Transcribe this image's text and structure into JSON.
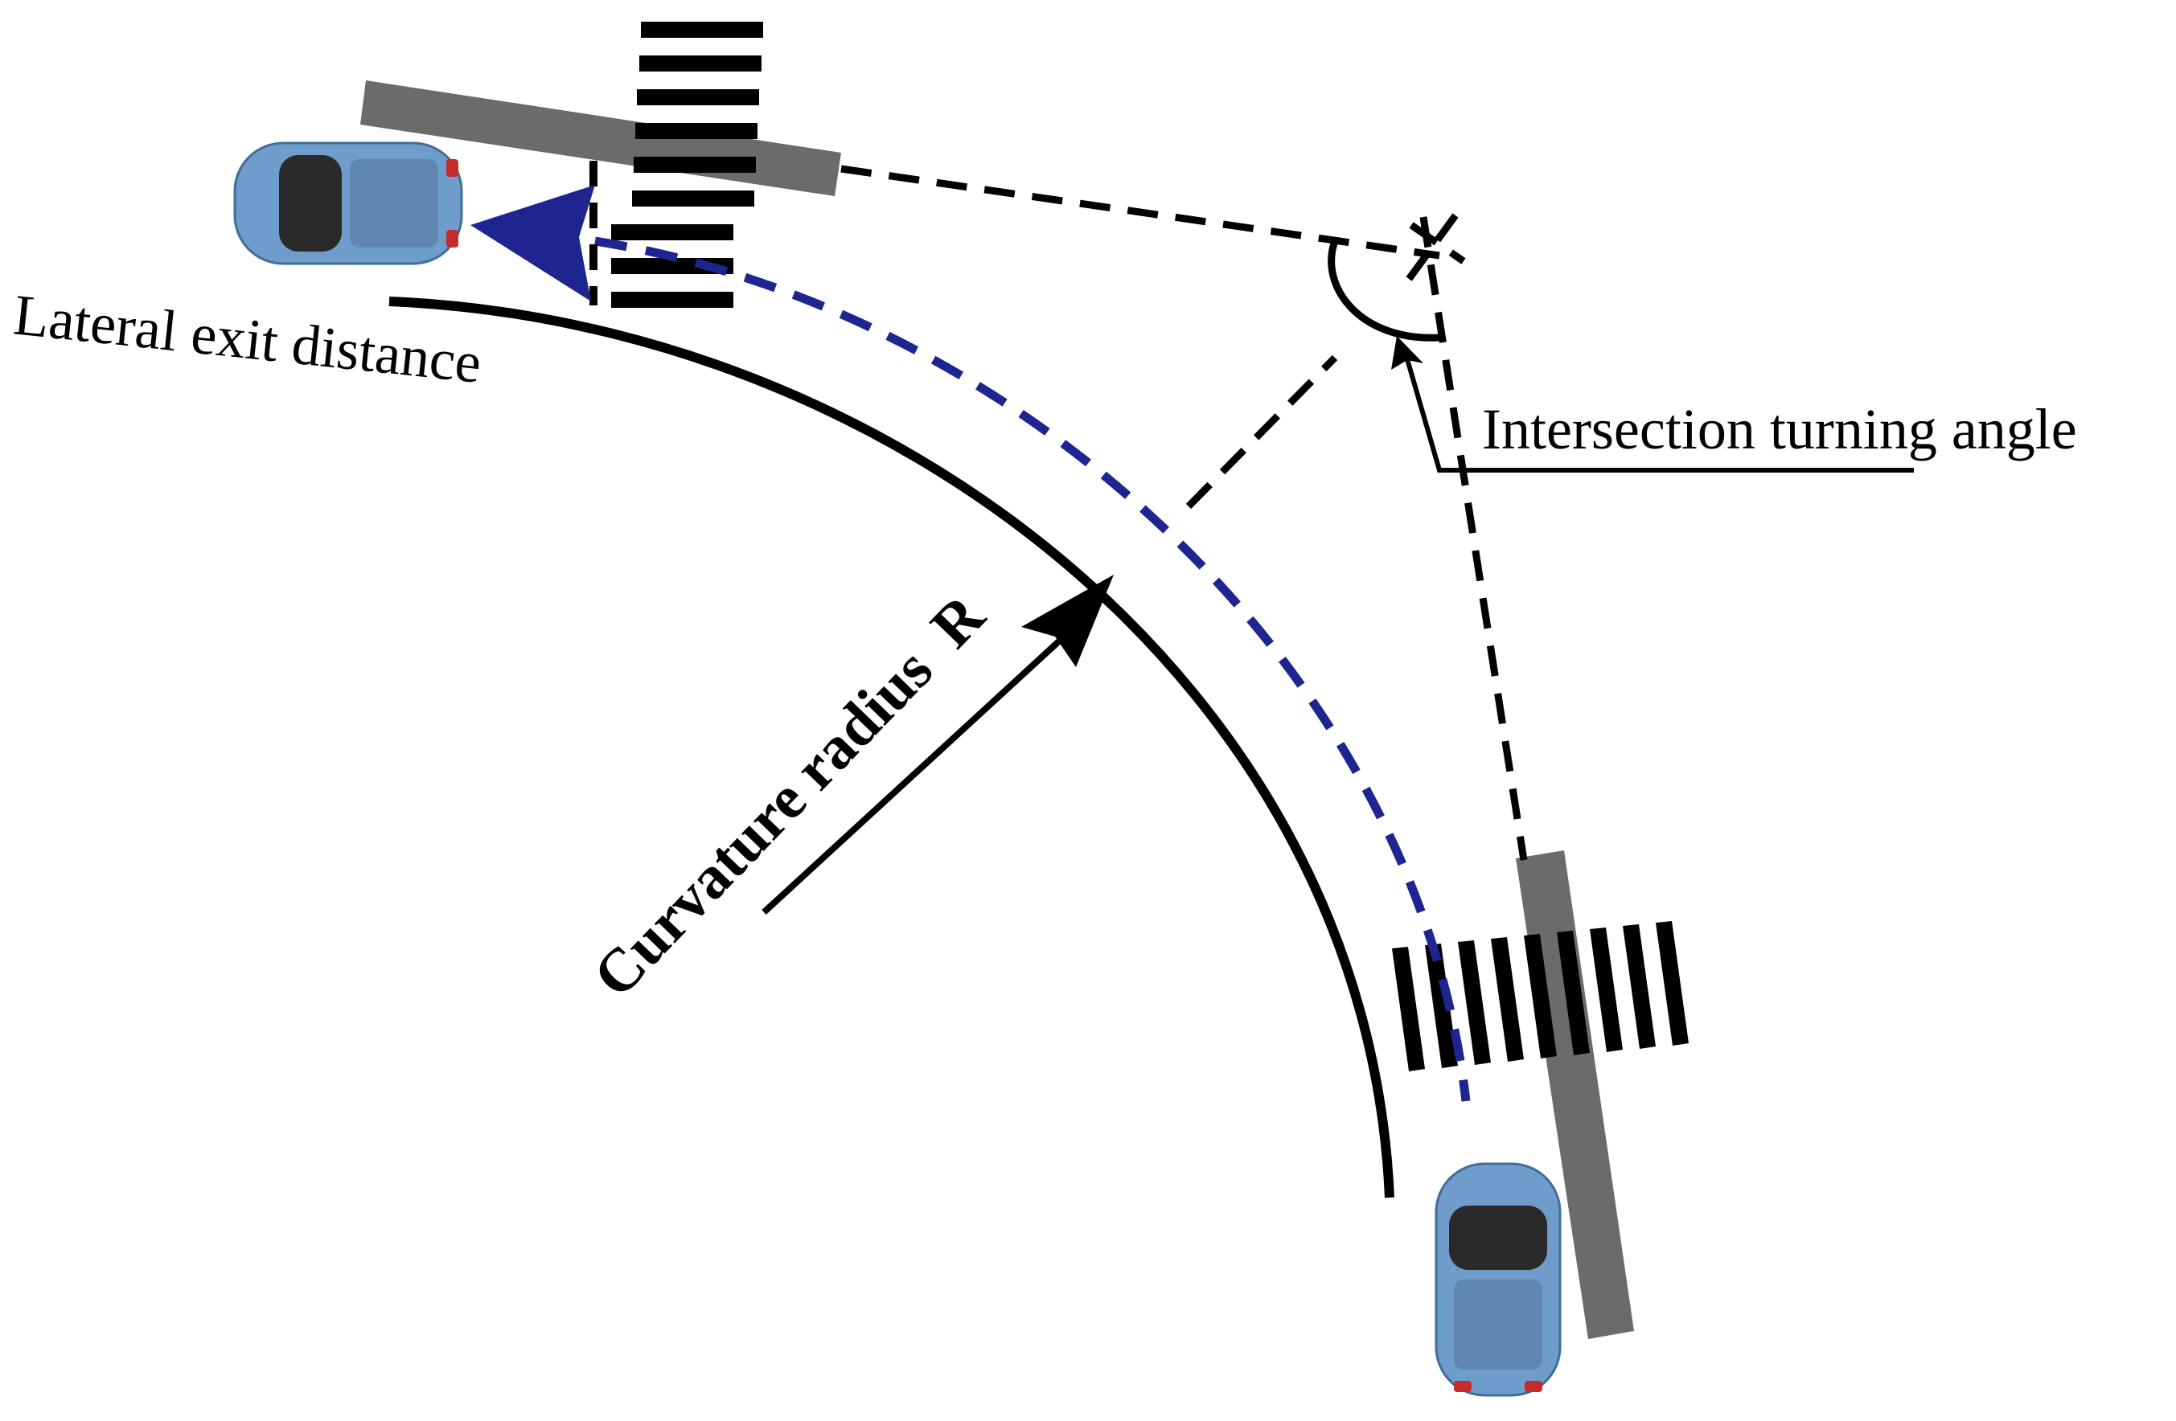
{
  "labels": {
    "lateral_exit_distance": "Lateral exit distance",
    "intersection_turning_angle": "Intersection turning angle",
    "curvature_radius": "Curvature radius  R"
  },
  "colors": {
    "curb": "#000000",
    "vehicle_path": "#1f2590",
    "stop_bar": "#6b6b6b",
    "car_body": "#6e9ccb",
    "car_window": "#2a2a2a",
    "background": "#ffffff"
  },
  "icons": {
    "vehicle": "car-icon",
    "crosswalk": "zebra-crossing",
    "arrow": "arrow-icon"
  }
}
